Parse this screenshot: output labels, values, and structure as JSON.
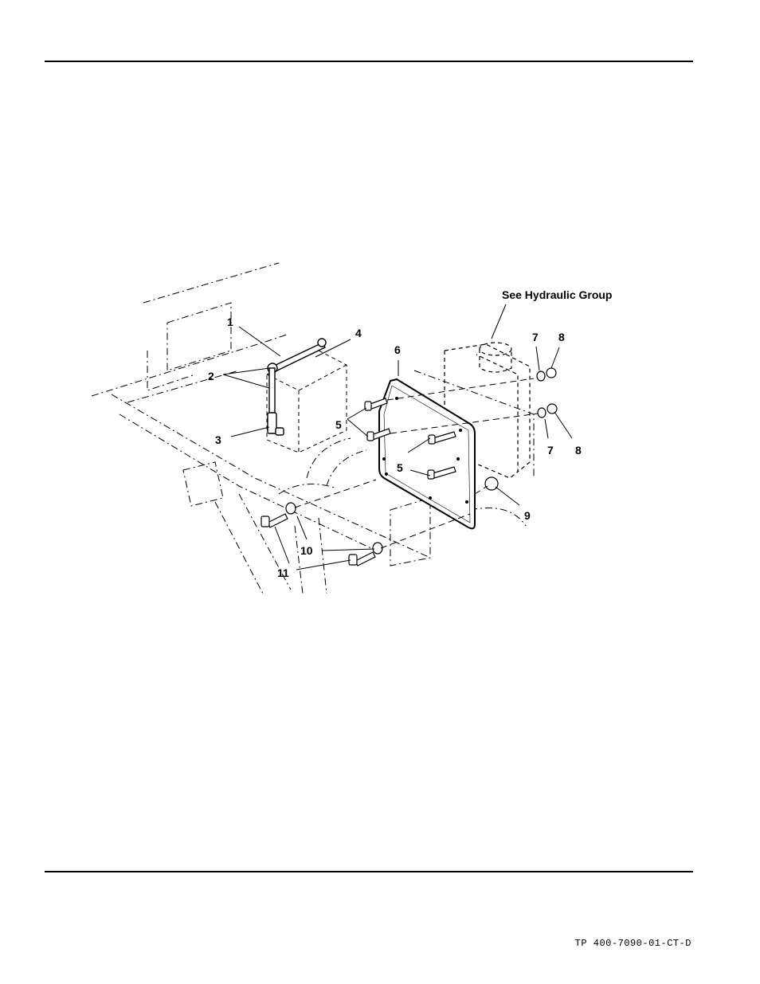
{
  "document": {
    "doc_id": "TP 400-7090-01-CT-D"
  },
  "diagram": {
    "reference_note": "See Hydraulic Group",
    "callouts": [
      {
        "id": "c1",
        "text": "1"
      },
      {
        "id": "c2",
        "text": "2"
      },
      {
        "id": "c3",
        "text": "3"
      },
      {
        "id": "c4",
        "text": "4"
      },
      {
        "id": "c5a",
        "text": "5"
      },
      {
        "id": "c5b",
        "text": "5"
      },
      {
        "id": "c6",
        "text": "6"
      },
      {
        "id": "c7a",
        "text": "7"
      },
      {
        "id": "c8a",
        "text": "8"
      },
      {
        "id": "c7b",
        "text": "7"
      },
      {
        "id": "c8b",
        "text": "8"
      },
      {
        "id": "c9",
        "text": "9"
      },
      {
        "id": "c10",
        "text": "10"
      },
      {
        "id": "c11",
        "text": "11"
      }
    ]
  }
}
